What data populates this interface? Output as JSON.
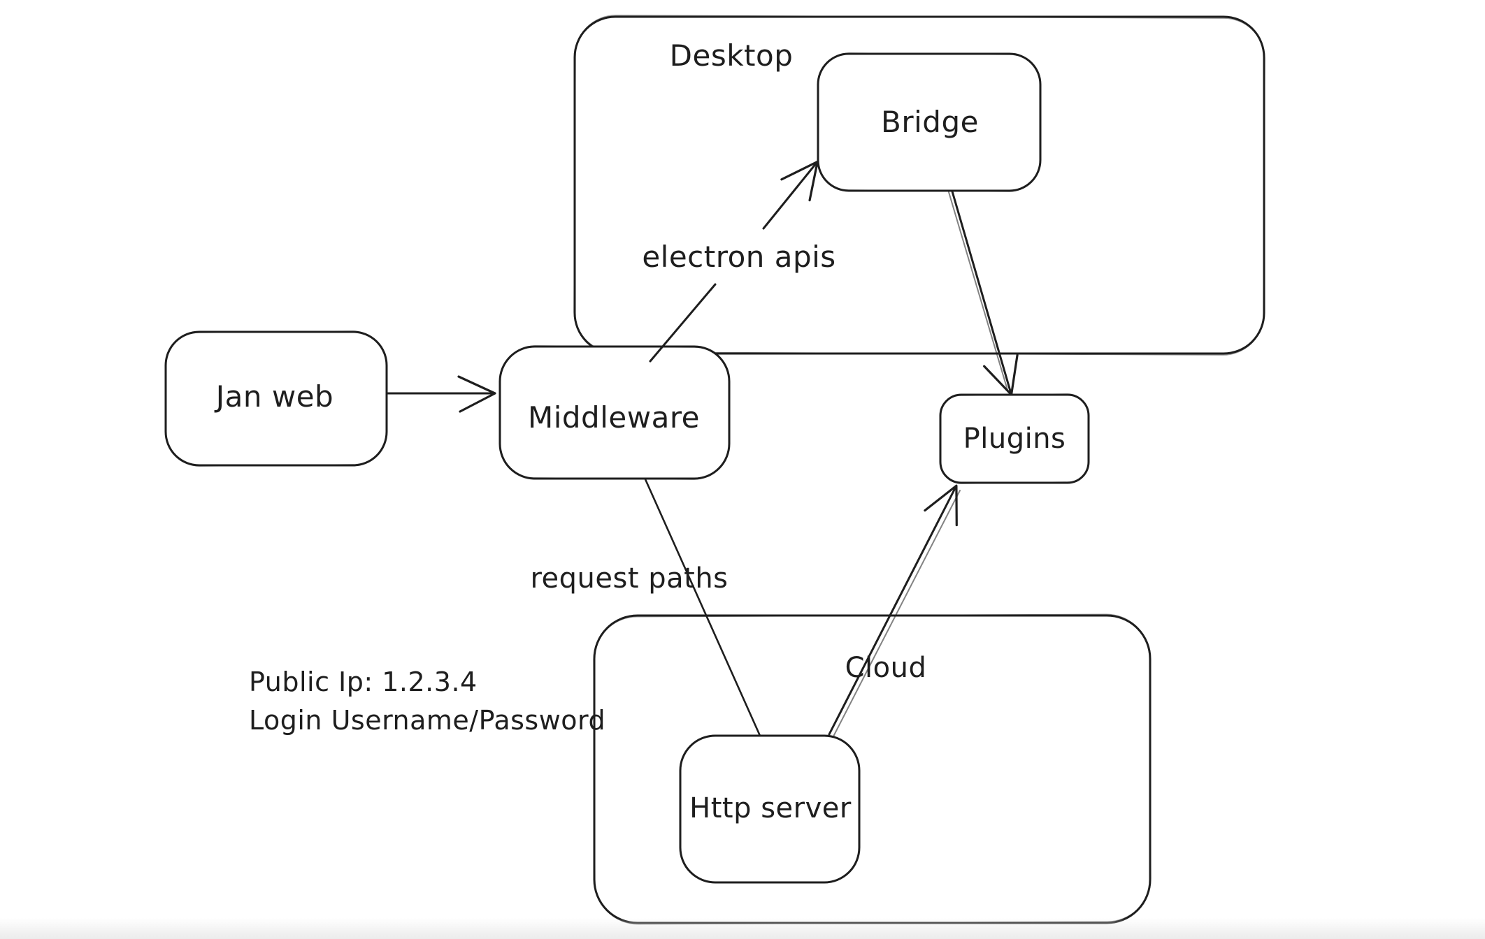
{
  "diagram": {
    "background_color": "#ffffff",
    "stroke_color": "#1e1e1e",
    "bottom_fade_color": "#ececec",
    "labels": {
      "desktop": "Desktop",
      "bridge": "Bridge",
      "jan_web": "Jan web",
      "middleware": "Middleware",
      "plugins": "Plugins",
      "cloud": "Cloud",
      "http_server": "Http server",
      "electron_apis": "electron apis",
      "request_paths": "request paths",
      "public_ip": "Public Ip: 1.2.3.4",
      "login": "Login Username/Password"
    },
    "nodes": [
      {
        "id": "desktop",
        "label": "Desktop",
        "kind": "container"
      },
      {
        "id": "bridge",
        "label": "Bridge",
        "kind": "box",
        "inside": "desktop"
      },
      {
        "id": "jan_web",
        "label": "Jan web",
        "kind": "box"
      },
      {
        "id": "middleware",
        "label": "Middleware",
        "kind": "box"
      },
      {
        "id": "plugins",
        "label": "Plugins",
        "kind": "box"
      },
      {
        "id": "cloud",
        "label": "Cloud",
        "kind": "container"
      },
      {
        "id": "http_server",
        "label": "Http server",
        "kind": "box",
        "inside": "cloud"
      }
    ],
    "edges": [
      {
        "from": "jan_web",
        "to": "middleware",
        "label": ""
      },
      {
        "from": "middleware",
        "to": "bridge",
        "label": "electron apis"
      },
      {
        "from": "bridge",
        "to": "plugins",
        "label": ""
      },
      {
        "from": "middleware",
        "to": "http_server",
        "label": "request paths"
      },
      {
        "from": "http_server",
        "to": "plugins",
        "label": ""
      }
    ],
    "annotations": [
      "Public Ip: 1.2.3.4",
      "Login Username/Password"
    ]
  }
}
